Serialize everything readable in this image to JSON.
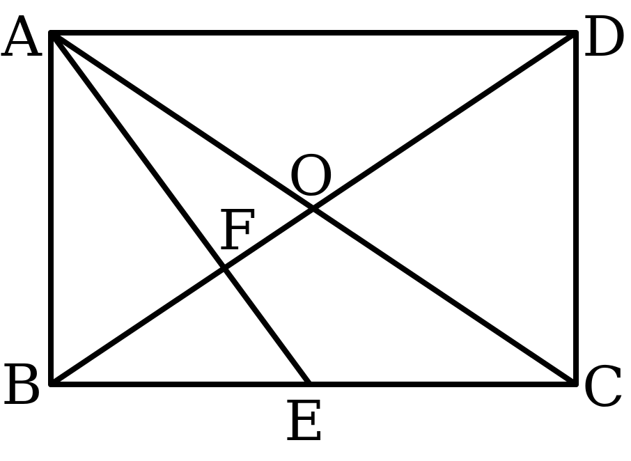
{
  "diagram": {
    "stroke_color": "#000000",
    "background": "#ffffff",
    "points": {
      "A": {
        "label": "A"
      },
      "B": {
        "label": "B"
      },
      "C": {
        "label": "C"
      },
      "D": {
        "label": "D"
      },
      "E": {
        "label": "E"
      },
      "O": {
        "label": "O"
      },
      "F": {
        "label": "F"
      }
    },
    "segments": [
      {
        "id": "AB",
        "from": "A",
        "to": "B"
      },
      {
        "id": "BC",
        "from": "B",
        "to": "C"
      },
      {
        "id": "CD",
        "from": "C",
        "to": "D"
      },
      {
        "id": "DA",
        "from": "D",
        "to": "A"
      },
      {
        "id": "AC",
        "from": "A",
        "to": "C"
      },
      {
        "id": "BD",
        "from": "B",
        "to": "D"
      },
      {
        "id": "AE",
        "from": "A",
        "to": "E"
      }
    ]
  }
}
